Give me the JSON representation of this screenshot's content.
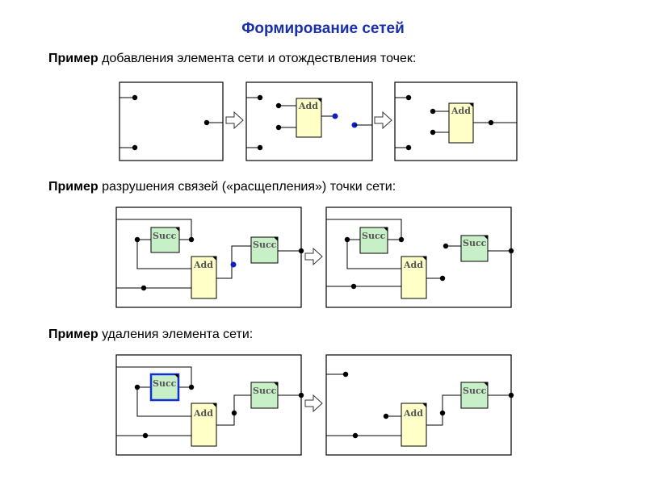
{
  "title": "Формирование сетей",
  "sections": [
    {
      "bold": "Пример",
      "text": " добавления элемента сети и отождествления точек:"
    },
    {
      "bold": "Пример",
      "text": " разрушения связей («расщепления») точки сети:"
    },
    {
      "bold": "Пример",
      "text": " удаления элемента сети:"
    }
  ],
  "block_labels": {
    "add": "Add",
    "succ": "Succ"
  },
  "colors": {
    "title": "#1a2fa8",
    "add_fill": "#ffffc8",
    "succ_fill": "#c8f0c8",
    "highlight_point": "#1020c0",
    "selected_border": "#1030d0"
  }
}
